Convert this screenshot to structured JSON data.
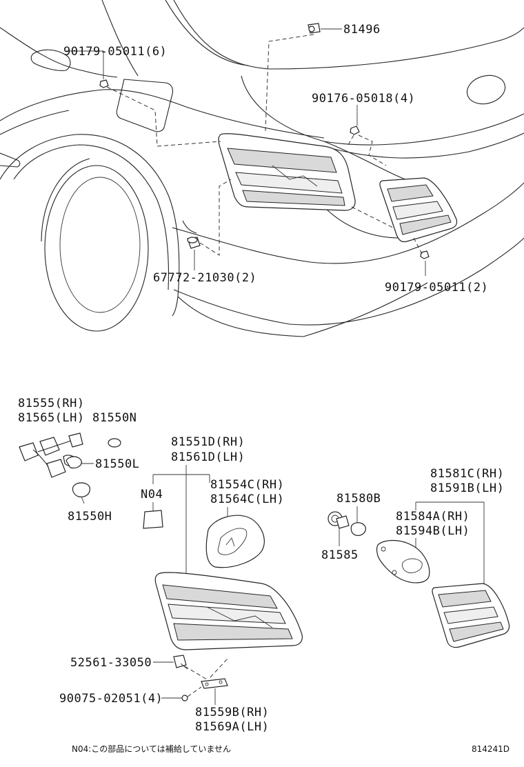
{
  "diagram": {
    "top_labels": {
      "p81496": "81496",
      "p90179_6": "90179-05011(6)",
      "p90176": "90176-05018(4)",
      "p67772": "67772-21030(2)",
      "p90179_2": "90179-05011(2)"
    },
    "bottom_labels": {
      "p81555": "81555(RH)",
      "p81565": "81565(LH)",
      "p81550N": "81550N",
      "p81550L": "81550L",
      "p81550H": "81550H",
      "p81551D": "81551D(RH)",
      "p81561D": "81561D(LH)",
      "pN04": "N04",
      "p81554C": "81554C(RH)",
      "p81564C": "81564C(LH)",
      "p81580B": "81580B",
      "p81585": "81585",
      "p81581C": "81581C(RH)",
      "p81591B": "81591B(LH)",
      "p81584A": "81584A(RH)",
      "p81594B": "81594B(LH)",
      "p52561": "52561-33050",
      "p90075": "90075-02051(4)",
      "p81559B": "81559B(RH)",
      "p81569A": "81569A(LH)"
    },
    "footnote": "N04:この部品については補給していません",
    "figure_id": "814241D"
  }
}
